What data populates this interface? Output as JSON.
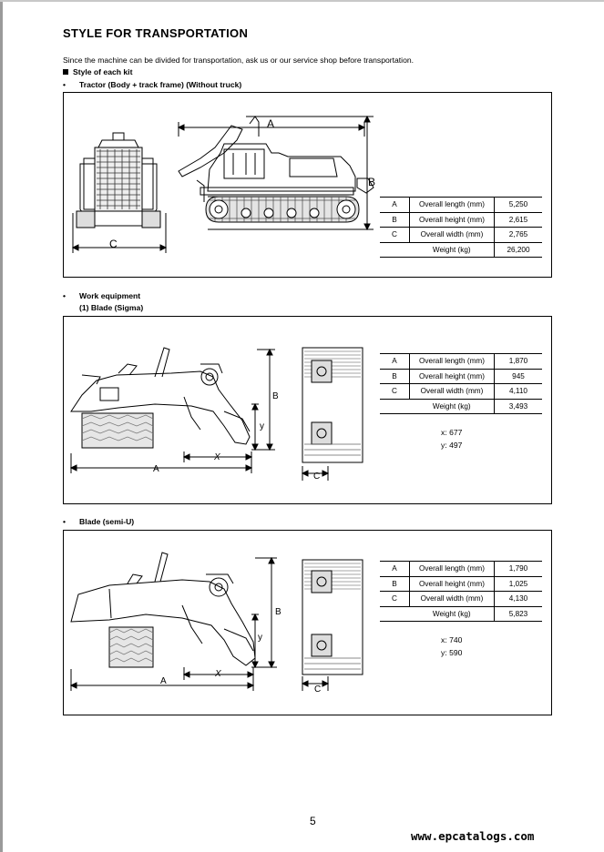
{
  "title": "STYLE FOR TRANSPORTATION",
  "intro": "Since the machine can be divided for transportation, ask us or our service shop before transportation.",
  "kit_heading": "Style of each kit",
  "bullet": "•",
  "tractor": {
    "heading": "Tractor (Body + track frame) (Without truck)",
    "dims": {
      "A": "A",
      "B": "B",
      "C": "C"
    },
    "specs": [
      {
        "letter": "A",
        "name": "Overall length (mm)",
        "value": "5,250"
      },
      {
        "letter": "B",
        "name": "Overall height (mm)",
        "value": "2,615"
      },
      {
        "letter": "C",
        "name": "Overall width (mm)",
        "value": "2,765"
      },
      {
        "letter": "",
        "name": "Weight (kg)",
        "value": "26,200"
      }
    ]
  },
  "work_equipment": {
    "heading": "Work equipment",
    "sub_heading": "(1) Blade (Sigma)",
    "dims": {
      "A": "A",
      "B": "B",
      "C": "C",
      "x": "X",
      "y": "y"
    },
    "specs": [
      {
        "letter": "A",
        "name": "Overall length (mm)",
        "value": "1,870"
      },
      {
        "letter": "B",
        "name": "Overall height (mm)",
        "value": "945"
      },
      {
        "letter": "C",
        "name": "Overall width (mm)",
        "value": "4,110"
      },
      {
        "letter": "",
        "name": "Weight (kg)",
        "value": "3,493"
      }
    ],
    "x": "x: 677",
    "y": "y: 497"
  },
  "blade_semi_u": {
    "heading": "Blade (semi-U)",
    "dims": {
      "A": "A",
      "B": "B",
      "C": "C",
      "x": "X",
      "y": "y"
    },
    "specs": [
      {
        "letter": "A",
        "name": "Overall length (mm)",
        "value": "1,790"
      },
      {
        "letter": "B",
        "name": "Overall height (mm)",
        "value": "1,025"
      },
      {
        "letter": "C",
        "name": "Overall width (mm)",
        "value": "4,130"
      },
      {
        "letter": "",
        "name": "Weight (kg)",
        "value": "5,823"
      }
    ],
    "x": "x: 740",
    "y": "y: 590"
  },
  "page_number": "5",
  "watermark": "www.epcatalogs.com"
}
